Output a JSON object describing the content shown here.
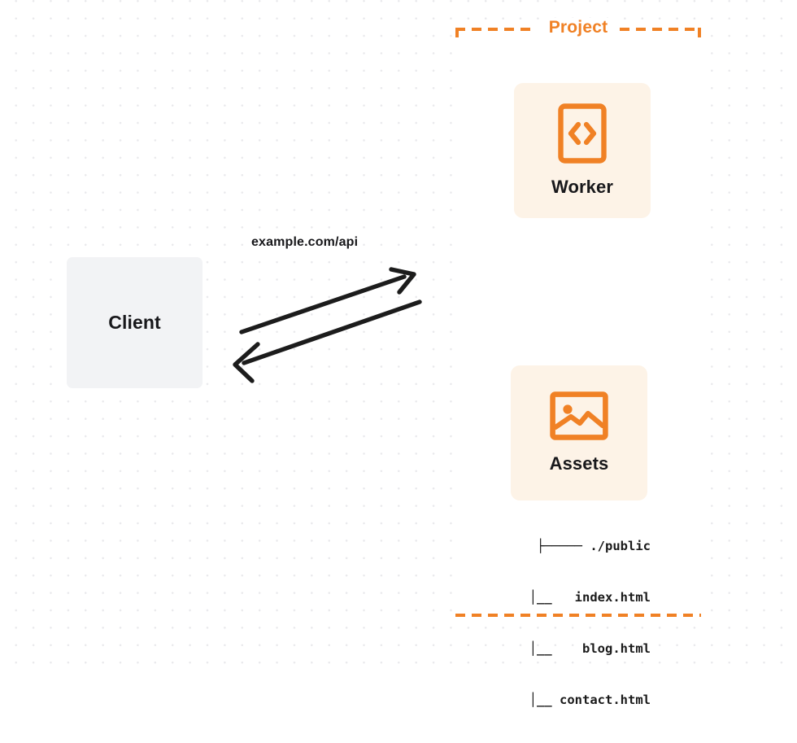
{
  "diagram": {
    "title": "Client to Project Worker and Assets request flow",
    "background": {
      "style": "dot-grid",
      "dot_color": "#e9e9ec",
      "canvas_color": "#ffffff"
    },
    "colors": {
      "accent_orange": "#f08125",
      "card_cream": "#fdf3e7",
      "client_gray": "#f2f3f5",
      "text_dark": "#18181b",
      "arrow_black": "#1c1c1c"
    },
    "client": {
      "label": "Client",
      "shape": "rounded-square",
      "fill": "#f2f3f5"
    },
    "connection": {
      "label": "example.com/api",
      "request_direction": "client-to-project",
      "response_direction": "project-to-client",
      "arrow_count": 2
    },
    "project": {
      "title": "Project",
      "border_style": "dashed",
      "border_color": "#f08125",
      "nodes": [
        {
          "label": "Worker",
          "icon": "code-brackets-icon",
          "icon_glyph": "<>",
          "fill": "#fdf3e7"
        },
        {
          "label": "Assets",
          "icon": "image-icon",
          "fill": "#fdf3e7"
        }
      ],
      "file_tree": {
        "root": "./public",
        "root_row": "├───── ./public",
        "rows": [
          "├───── ./public",
          "│__   index.html",
          "│__    blog.html",
          "│__ contact.html"
        ],
        "files": [
          "index.html",
          "blog.html",
          "contact.html"
        ]
      }
    }
  }
}
